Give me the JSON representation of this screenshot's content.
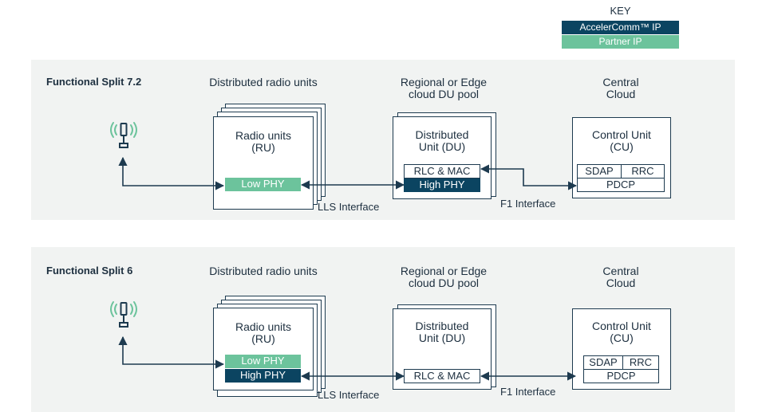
{
  "key": {
    "title": "KEY",
    "items": [
      {
        "label": "AccelerComm™ IP",
        "color": "#0b4461"
      },
      {
        "label": "Partner IP",
        "color": "#6cc39c"
      }
    ]
  },
  "splits": [
    {
      "title": "Functional Split 7.2",
      "columns": {
        "ru_title": "Distributed radio units",
        "du_title": "Regional or Edge cloud DU pool",
        "cu_title": "Central Cloud"
      },
      "ru": {
        "label": "Radio units (RU)",
        "layers": [
          "Low PHY"
        ]
      },
      "du": {
        "label": "Distributed Unit (DU)",
        "layers": [
          "RLC & MAC",
          "High PHY"
        ]
      },
      "cu": {
        "label": "Control Unit (CU)",
        "cells": [
          "SDAP",
          "RRC"
        ],
        "bottom": "PDCP"
      },
      "lls": "LLS Interface",
      "f1": "F1 Interface"
    },
    {
      "title": "Functional Split 6",
      "columns": {
        "ru_title": "Distributed radio units",
        "du_title": "Regional or Edge cloud DU pool",
        "cu_title": "Central Cloud"
      },
      "ru": {
        "label": "Radio units (RU)",
        "layers": [
          "Low PHY",
          "High PHY"
        ]
      },
      "du": {
        "label": "Distributed Unit (DU)",
        "layers": [
          "RLC & MAC"
        ]
      },
      "cu": {
        "label": "Control Unit (CU)",
        "cells": [
          "SDAP",
          "RRC"
        ],
        "bottom": "PDCP"
      },
      "lls": "LLS Interface",
      "f1": "F1 Interface"
    }
  ]
}
